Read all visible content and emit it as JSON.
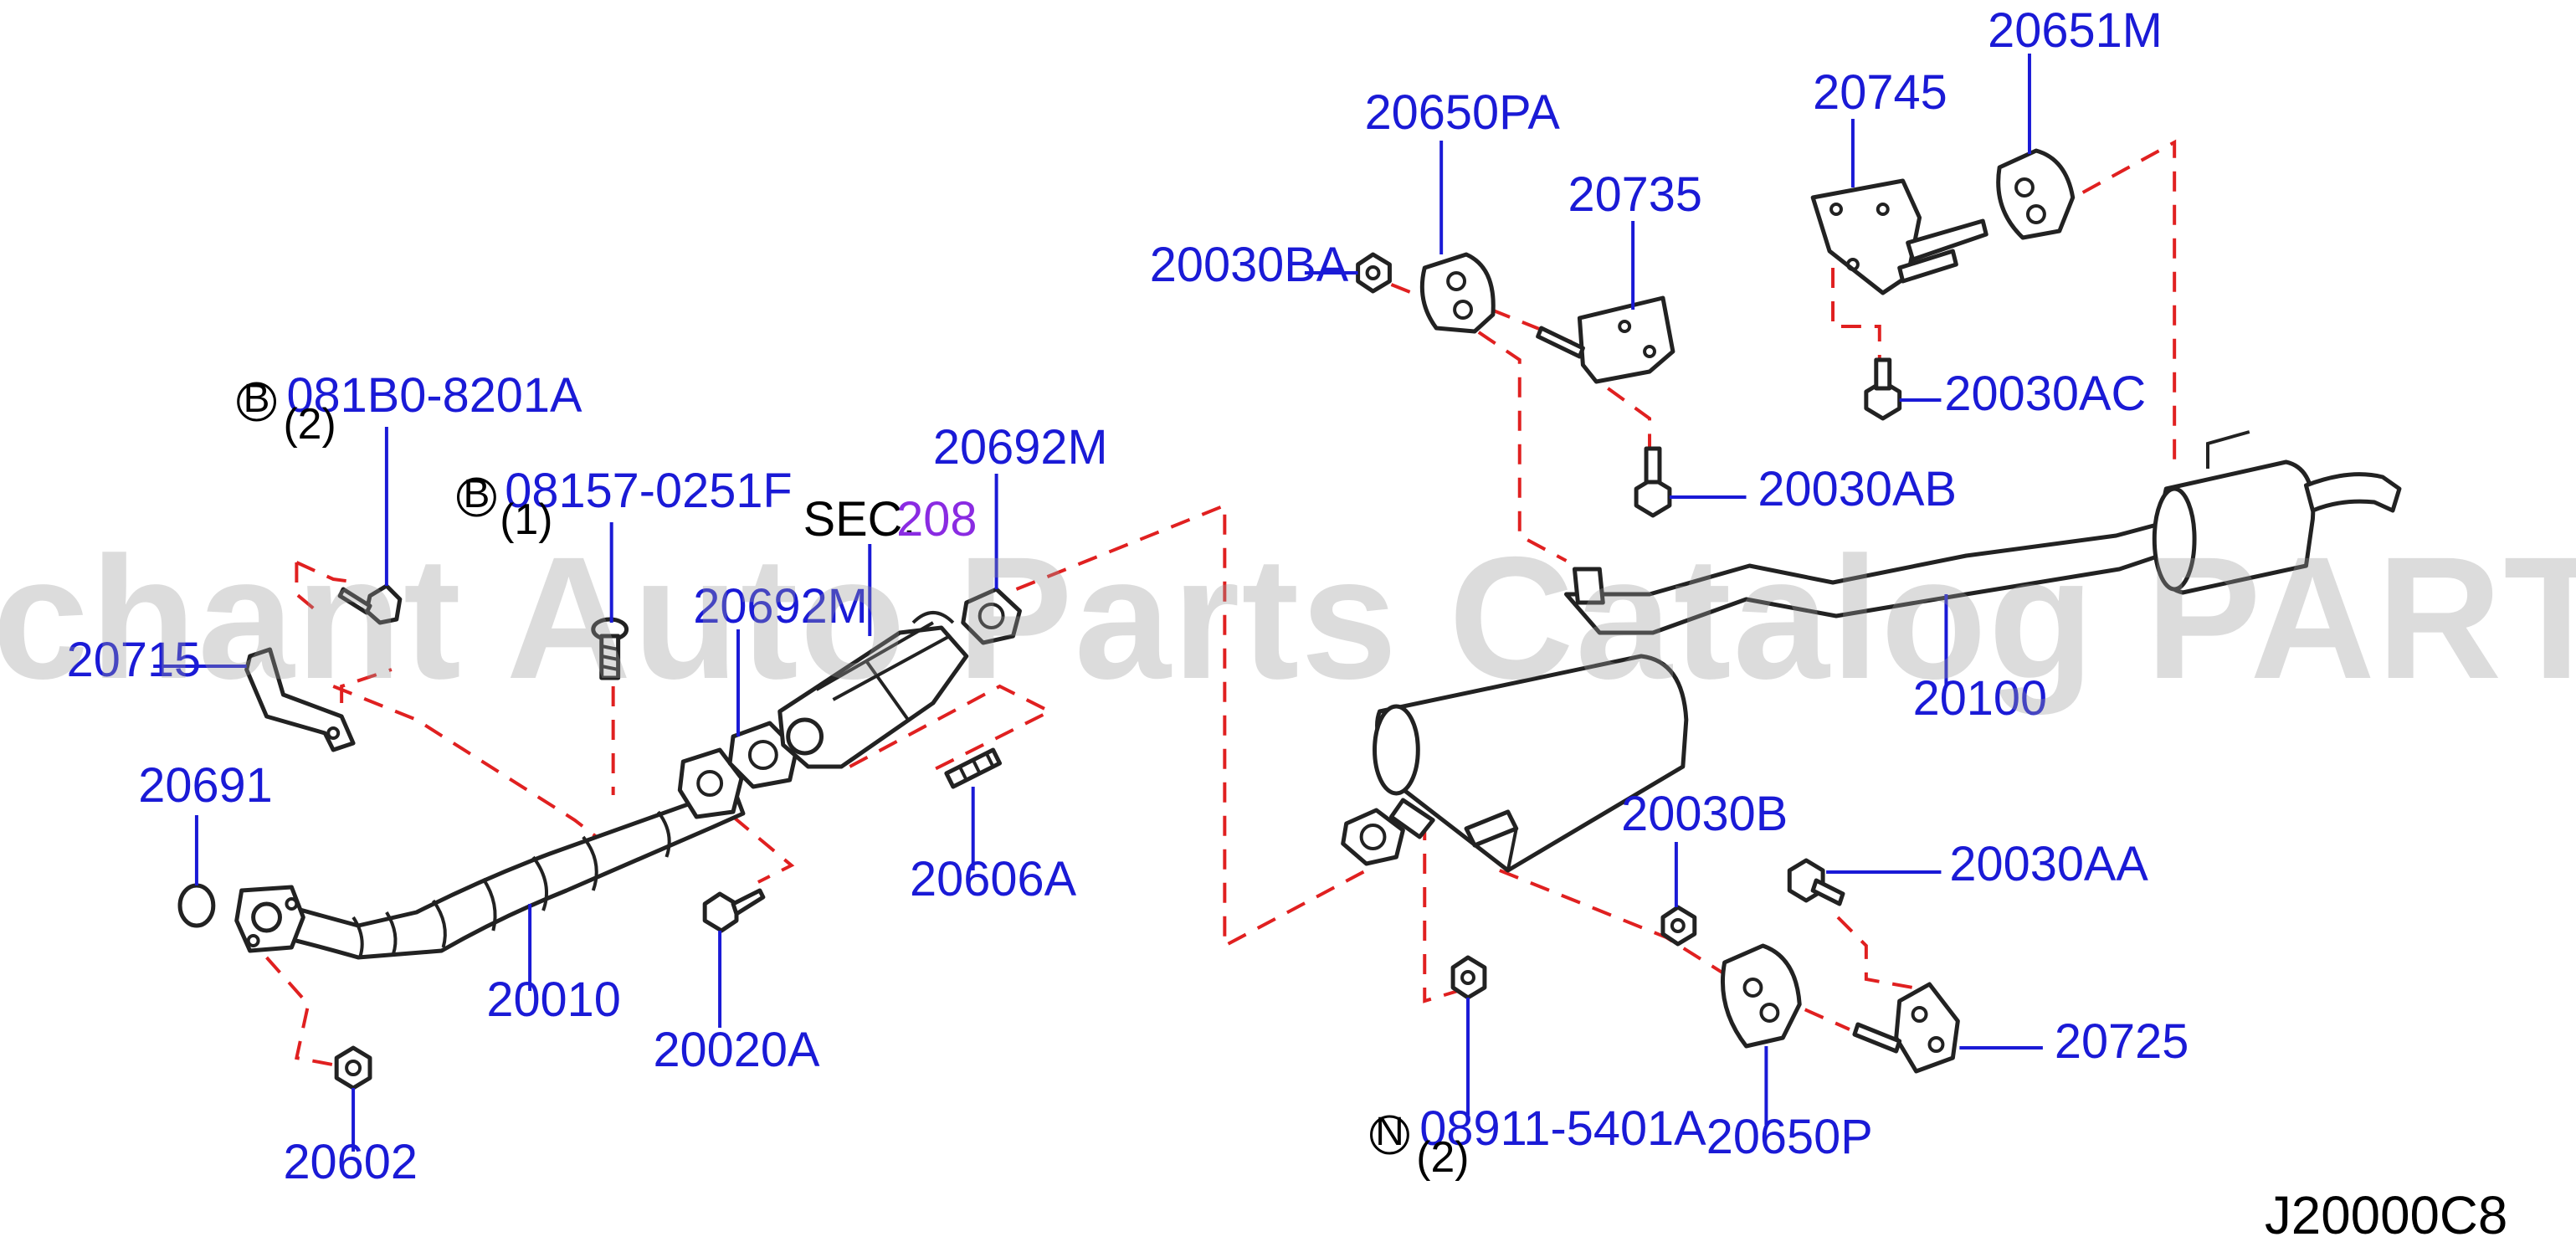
{
  "watermark": "Offers Merchant Auto Parts Catalog PARTSTORE.SA",
  "diagram_code": "J20000C8",
  "section_ref": {
    "prefix": "SEC.",
    "number": "208"
  },
  "colors": {
    "part_label": "#1a1ad6",
    "section_link": "#8a2be2",
    "phantom_line": "#e02020"
  },
  "callouts": {
    "b1": {
      "marker": "B",
      "number": "081B0-8201A",
      "qty": "(2)"
    },
    "b2": {
      "marker": "B",
      "number": "08157-0251F",
      "qty": "(1)"
    },
    "n1": {
      "marker": "N",
      "number": "08911-5401A",
      "qty": "(2)"
    }
  },
  "parts": {
    "p20715": "20715",
    "p20691": "20691",
    "p20602": "20602",
    "p20010": "20010",
    "p20020A": "20020A",
    "p20692M_a": "20692M",
    "p20692M_b": "20692M",
    "p20606A": "20606A",
    "p20100": "20100",
    "p20650PA": "20650PA",
    "p20030BA": "20030BA",
    "p20735": "20735",
    "p20030AB": "20030AB",
    "p20745": "20745",
    "p20651M": "20651M",
    "p20030AC": "20030AC",
    "p20030B": "20030B",
    "p20030AA": "20030AA",
    "p20725": "20725",
    "p20650P": "20650P"
  }
}
